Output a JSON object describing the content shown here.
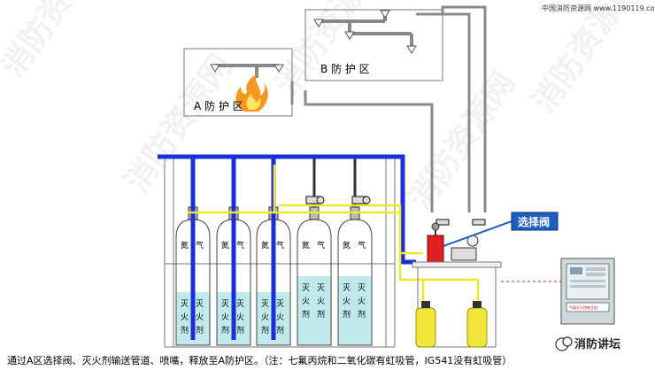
{
  "source_site": "中国消防资源网 www.1190119.com",
  "watermark": "消防资源网",
  "zones": {
    "a_label": "A 防 护 区",
    "b_label": "B 防 护 区"
  },
  "cylinders": {
    "gas_chars": [
      "氮",
      "气"
    ],
    "agent_chars": [
      "灭",
      "火",
      "剂"
    ],
    "count": 5
  },
  "selector_valve_label": "选择阀",
  "control_panel_label": "气体灭火控制主机",
  "caption": "通过A区选择阀、灭火剂输送管道、喷嘴，释放至A防护区。（注：七氟丙烷和二氧化碳有虹吸管，IG541没有虹吸管）",
  "brand": "消防讲坛",
  "colors": {
    "blue_pipe": "#1a2fd8",
    "yellow_pipe": "#f0e62a",
    "cyan_liquid": "#bfe9ea",
    "valve_red": "#e02020",
    "callout_blue": "#1f5fbf"
  }
}
